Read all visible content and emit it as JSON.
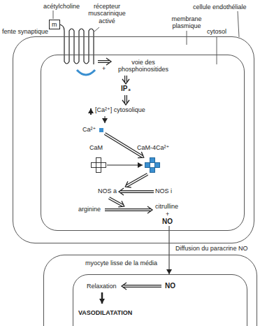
{
  "diagram": {
    "nodes": [
      {
        "text": [
          "m"
        ]
      },
      {
        "text": [
          "cellule endothéliale",
          "membrane plasmique"
        ]
      },
      {
        "text": [
          "cytosol",
          "voie des phosphoinositides",
          "IP₃",
          "[Ca²⁺] cytosolique",
          "Ca²⁺",
          "CaM",
          "CaM-4Ca²⁺",
          "NOS a",
          "NOS i",
          "arginine",
          "citrulline",
          "+",
          "NO"
        ],
        "in": 1
      },
      {
        "text": [
          "myocyte lisse de la média"
        ]
      },
      {
        "text": [
          "Relaxation",
          "NO",
          "VASODILATATION"
        ],
        "in": 3
      }
    ],
    "edges": [
      {
        "from": 2,
        "to": 4,
        "arrow": "to",
        "label": "Diffusion du paracrine NO"
      }
    ],
    "labels": [
      "acétylcholine",
      "récepteur muscarinique activé",
      "fente synaptique",
      "+"
    ]
  }
}
